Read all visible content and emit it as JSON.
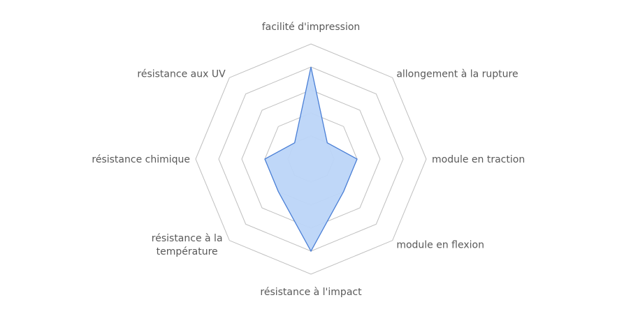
{
  "chart_data": {
    "type": "radar",
    "title": "",
    "categories": [
      [
        "facilité d'impression"
      ],
      [
        "allongement à la rupture"
      ],
      [
        "module en traction"
      ],
      [
        "module en flexion"
      ],
      [
        "résistance  à l'impact"
      ],
      [
        "résistance à la",
        "température"
      ],
      [
        "résistance chimique"
      ],
      [
        "résistance aux UV"
      ]
    ],
    "series": [
      {
        "name": "",
        "values": [
          4,
          1,
          2,
          2,
          4,
          2,
          2,
          1
        ]
      }
    ],
    "rlim": [
      0,
      5
    ],
    "ring_step": 1,
    "grid": true,
    "legend": "none",
    "colors": {
      "grid": "#bfbfbf",
      "line": "#4a7fd6",
      "fill": "#bcd5f8"
    }
  }
}
